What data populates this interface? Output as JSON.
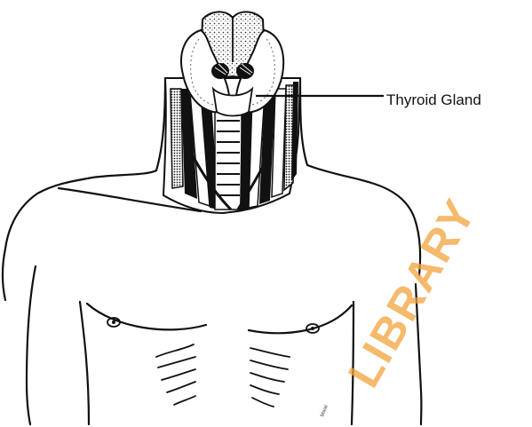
{
  "figure": {
    "label": "Thyroid Gland"
  },
  "watermark": {
    "text": "LIBRARY",
    "color": "#f2a33a"
  },
  "signature": {
    "text": "Mwai"
  },
  "colors": {
    "ink": "#111111",
    "background": "#ffffff"
  }
}
